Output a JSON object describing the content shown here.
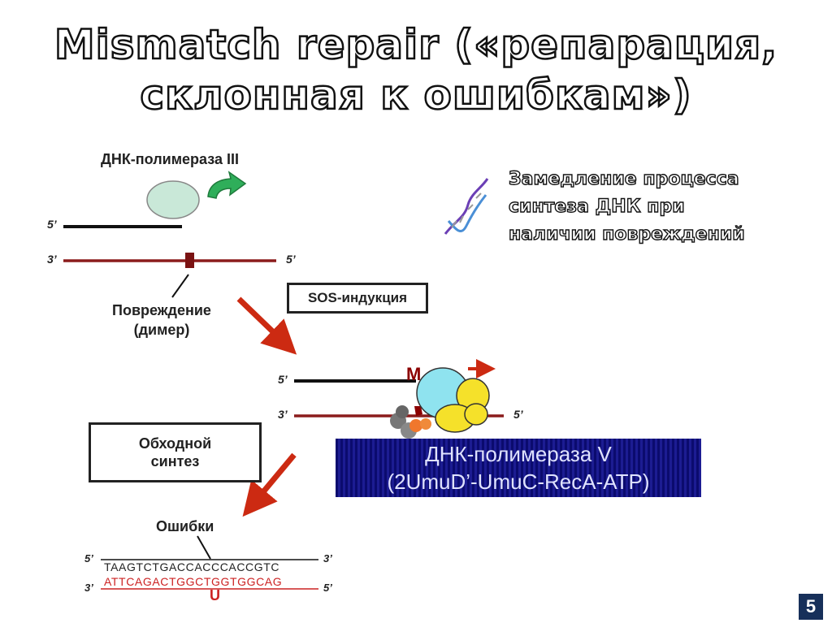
{
  "slide": {
    "title_line1": "Mismatch repair («репарация,",
    "title_line2": "склонная к ошибкам»)",
    "page_number": "5"
  },
  "diagram": {
    "polymerase_iii_label": "ДНК-полимераза III",
    "strand_top_5": "5’",
    "strand_bottom_3": "3’",
    "strand_bottom_5": "5’",
    "damage_label_1": "Повреждение",
    "damage_label_2": "(димер)",
    "sos_label": "SOS-индукция",
    "mid_5": "5’",
    "mid_3": "3’",
    "mid_right_5": "5’",
    "m_label": "M",
    "bypass_label_1": "Обходной",
    "bypass_label_2": "синтез",
    "polymerase_v_line1": "ДНК-полимераза V",
    "polymerase_v_line2": "(2UmuD’-UmuC-RecA-ATP)",
    "errors_label": "Ошибки",
    "seq_top_5": "5’",
    "seq_top_3": "3’",
    "seq_bottom_3": "3’",
    "seq_bottom_5": "5’",
    "seq_top": "TAAGTCTGACCACCCACCGTC",
    "seq_bottom": "ATTCAGACTGGCTGGTGGCAG",
    "seq_error_base": "U"
  },
  "note": {
    "line1": "Замедление процесса",
    "line2": "синтеза ДНК при",
    "line3": "наличии повреждений"
  },
  "colors": {
    "strand_black": "#111111",
    "strand_red": "#8b1c1c",
    "arrow_red": "#cc2a12",
    "arrow_green": "#2fae5a",
    "polymerase_blue": "#0b0b6e",
    "blob_cyan": "#8fe3ef",
    "blob_yellow": "#f5e12a"
  }
}
